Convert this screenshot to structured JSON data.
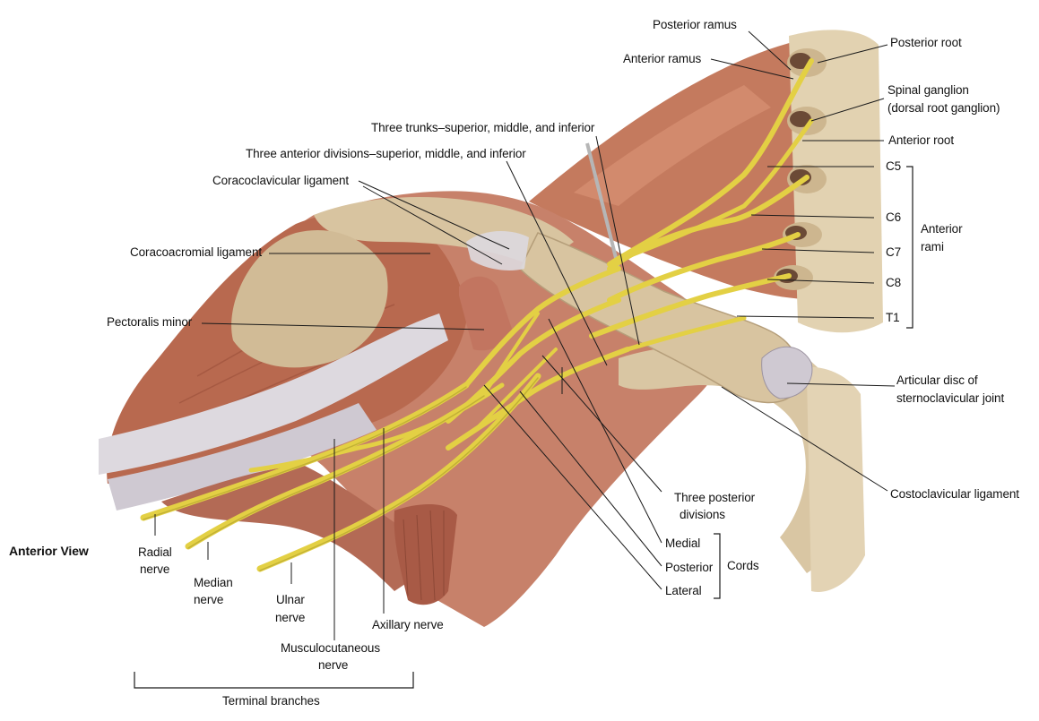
{
  "view_label": "Anterior View",
  "colors": {
    "nerve": "#e3d044",
    "nerve_dark": "#a8982a",
    "muscle": "#c47a5e",
    "muscle_dark": "#9a4f3a",
    "bone": "#d8c4a0",
    "bone_dark": "#b59e7a",
    "ligament": "#ddd9df",
    "leader": "#1a1a1a"
  },
  "labels": {
    "posterior_ramus": "Posterior ramus",
    "posterior_root": "Posterior root",
    "anterior_ramus": "Anterior ramus",
    "spinal_ganglion_1": "Spinal ganglion",
    "spinal_ganglion_2": "(dorsal root ganglion)",
    "anterior_root": "Anterior root",
    "three_trunks": "Three trunks–superior, middle, and inferior",
    "three_anterior_divisions": "Three anterior divisions–superior, middle, and inferior",
    "coracoclavicular_ligament": "Coracoclavicular ligament",
    "coracoacromial_ligament": "Coracoacromial ligament",
    "pectoralis_minor": "Pectoralis minor",
    "c5": "C5",
    "c6": "C6",
    "c7": "C7",
    "c8": "C8",
    "t1": "T1",
    "anterior_rami_1": "Anterior",
    "anterior_rami_2": "rami",
    "articular_disc_1": "Articular disc of",
    "articular_disc_2": "sternoclavicular joint",
    "costoclavicular_ligament": "Costoclavicular ligament",
    "three_posterior_divisions_1": "Three posterior",
    "three_posterior_divisions_2": "divisions",
    "medial": "Medial",
    "posterior": "Posterior",
    "lateral": "Lateral",
    "cords": "Cords",
    "radial_nerve_1": "Radial",
    "radial_nerve_2": "nerve",
    "median_nerve_1": "Median",
    "median_nerve_2": "nerve",
    "ulnar_nerve_1": "Ulnar",
    "ulnar_nerve_2": "nerve",
    "axillary_nerve": "Axillary nerve",
    "musculocutaneous_nerve_1": "Musculocutaneous",
    "musculocutaneous_nerve_2": "nerve",
    "terminal_branches": "Terminal branches"
  }
}
